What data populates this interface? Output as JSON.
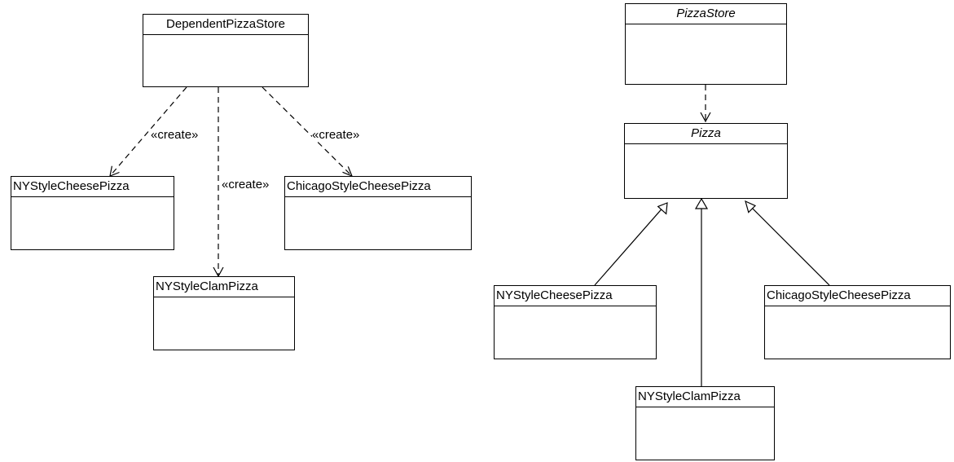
{
  "left_diagram": {
    "store": {
      "name": "DependentPizzaStore"
    },
    "products": [
      {
        "name": "NYStyleCheesePizza"
      },
      {
        "name": "NYStyleClamPizza"
      },
      {
        "name": "ChicagoStyleCheesePizza"
      }
    ],
    "relations": [
      {
        "stereotype": "«create»"
      },
      {
        "stereotype": "«create»"
      },
      {
        "stereotype": "«create»"
      }
    ]
  },
  "right_diagram": {
    "store": {
      "name": "PizzaStore",
      "abstract": true
    },
    "abstract_product": {
      "name": "Pizza",
      "abstract": true
    },
    "products": [
      {
        "name": "NYStyleCheesePizza"
      },
      {
        "name": "NYStyleClamPizza"
      },
      {
        "name": "ChicagoStyleCheesePizza"
      }
    ]
  }
}
